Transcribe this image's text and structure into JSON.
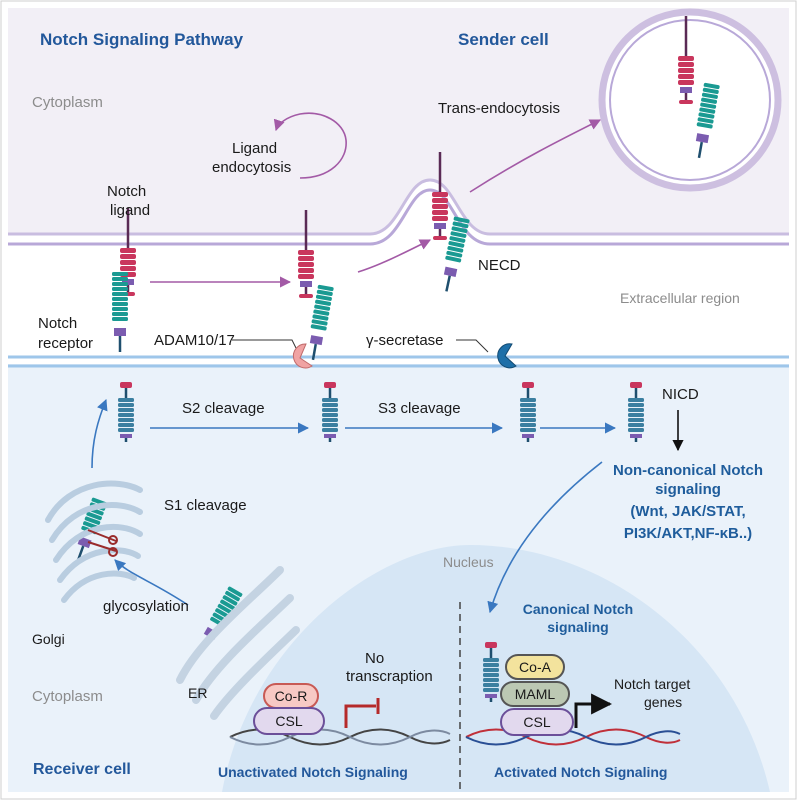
{
  "title": "Notch Signaling Pathway",
  "sender_cell": "Sender cell",
  "receiver_cell": "Receiver cell",
  "regions": {
    "cytoplasm_top": "Cytoplasm",
    "extracellular": "Extracellular region",
    "cytoplasm_bottom": "Cytoplasm",
    "nucleus": "Nucleus"
  },
  "labels": {
    "notch_ligand_1": "Notch",
    "notch_ligand_2": "ligand",
    "notch_receptor_1": "Notch",
    "notch_receptor_2": "receptor",
    "ligand_endocytosis_1": "Ligand",
    "ligand_endocytosis_2": "endocytosis",
    "trans_endocytosis": "Trans-endocytosis",
    "necd": "NECD",
    "adam": "ADAM10/17",
    "gamma_secretase": "γ-secretase",
    "s2_cleavage": "S2 cleavage",
    "s3_cleavage": "S3 cleavage",
    "nicd": "NICD",
    "s1_cleavage": "S1 cleavage",
    "glycosylation": "glycosylation",
    "golgi": "Golgi",
    "er": "ER"
  },
  "noncanonical": {
    "line1": "Non-canonical Notch",
    "line2": "signaling",
    "line3": "(Wnt, JAK/STAT,",
    "line4": "PI3K/AKT,NF-κB..)"
  },
  "canonical": {
    "line1": "Canonical Notch",
    "line2": "signaling"
  },
  "complex": {
    "co_r": "Co-R",
    "csl_left": "CSL",
    "no_transcription_1": "No",
    "no_transcription_2": "transcraption",
    "co_a": "Co-A",
    "maml": "MAML",
    "csl_right": "CSL",
    "target_1": "Notch target",
    "target_2": "genes"
  },
  "panels": {
    "unactivated": "Unactivated Notch Signaling",
    "activated": "Activated Notch Signaling"
  },
  "colors": {
    "ligand": "#c9365d",
    "receptor": "#1a9a92",
    "purple_link": "#7b5cb0",
    "arrow_blue": "#3a78c0",
    "arrow_purple": "#a35aa6",
    "membrane_top": "#cdbfe0",
    "membrane_bottom": "#a9cbea",
    "sender_bg": "#f2eff6",
    "receiver_bg": "#eaf2fa",
    "nucleus": "#d6e6f5"
  }
}
